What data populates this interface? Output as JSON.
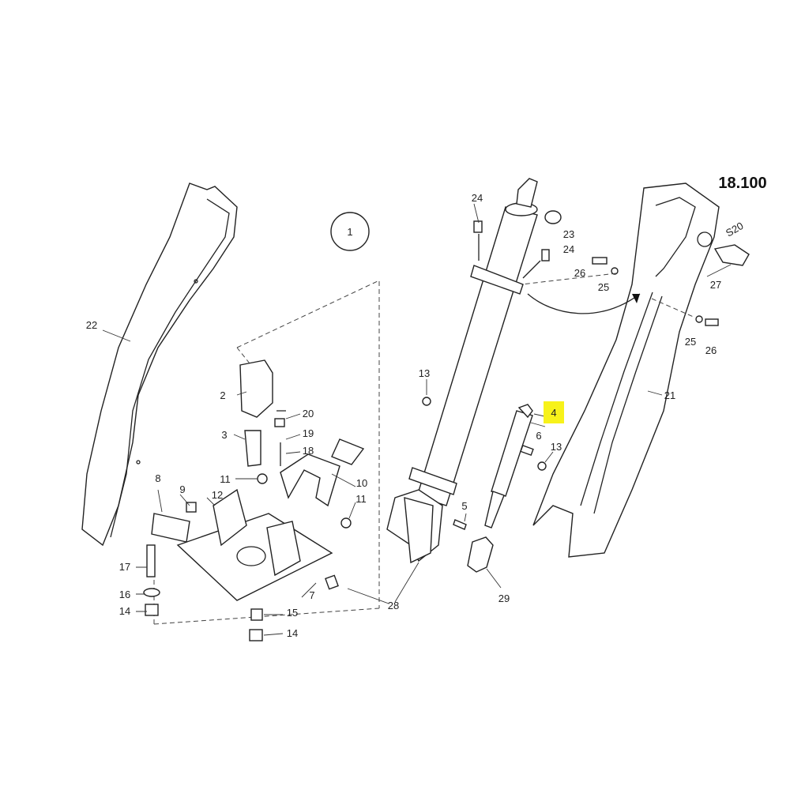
{
  "diagram": {
    "page_number": "18.100",
    "group_marker": "1",
    "highlight_color": "#f7f21a",
    "highlighted_label": "4",
    "callouts": [
      "22",
      "24",
      "23",
      "24",
      "26",
      "25",
      "27",
      "25",
      "26",
      "13",
      "4",
      "6",
      "13",
      "21",
      "2",
      "20",
      "3",
      "19",
      "18",
      "11",
      "10",
      "8",
      "9",
      "12",
      "11",
      "5",
      "17",
      "16",
      "14",
      "7",
      "15",
      "14",
      "28",
      "29"
    ],
    "stamp": "S20"
  }
}
